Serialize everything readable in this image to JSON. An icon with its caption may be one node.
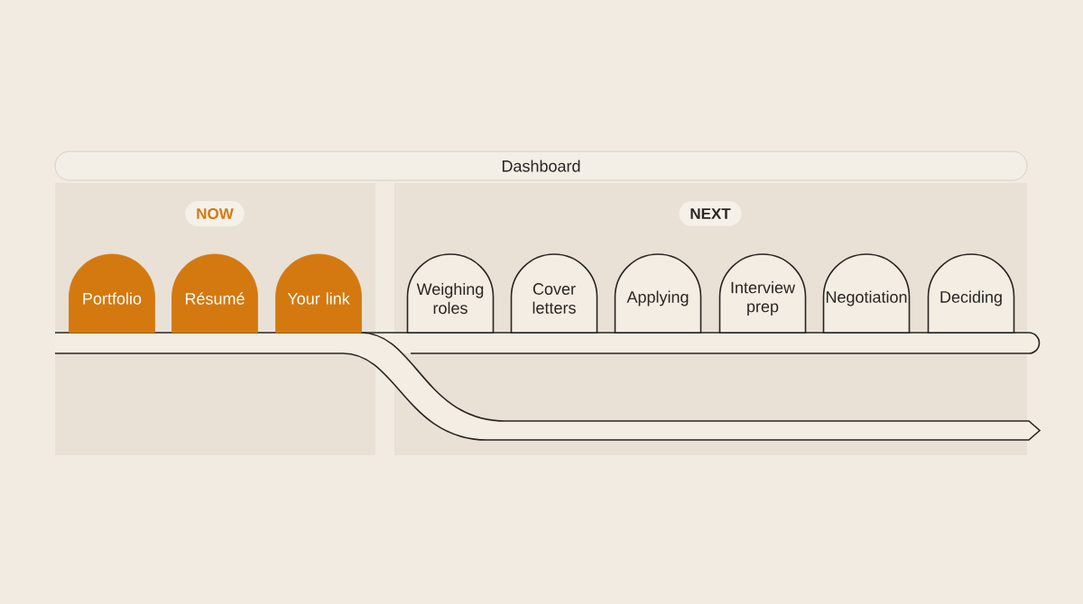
{
  "diagram": {
    "nodes": [
      {
        "text": [
          "Dashboard"
        ]
      },
      {
        "text": [
          "NOW"
        ]
      },
      {
        "text": [
          "NEXT"
        ]
      },
      {
        "text": [
          "Portfolio"
        ],
        "in": 1
      },
      {
        "text": [
          "Résumé"
        ],
        "in": 1
      },
      {
        "text": [
          "Your link"
        ],
        "in": 1
      },
      {
        "text": [
          "Weighing roles"
        ],
        "in": 2
      },
      {
        "text": [
          "Cover letters"
        ],
        "in": 2
      },
      {
        "text": [
          "Applying"
        ],
        "in": 2
      },
      {
        "text": [
          "Interview prep"
        ],
        "in": 2
      },
      {
        "text": [
          "Negotiation"
        ],
        "in": 2
      },
      {
        "text": [
          "Deciding"
        ],
        "in": 2
      }
    ]
  }
}
